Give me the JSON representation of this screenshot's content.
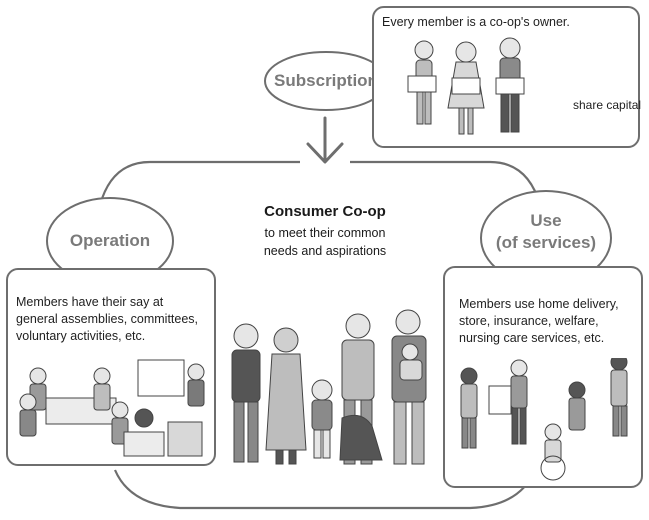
{
  "subscription": {
    "circle_label": "Subscription",
    "box_text": "Every member is a co-op's owner.",
    "annotation": "share capital"
  },
  "center": {
    "title": "Consumer Co-op",
    "subtitle_line1": "to meet their common",
    "subtitle_line2": "needs and aspirations"
  },
  "operation": {
    "circle_label": "Operation",
    "box_lines": [
      "Members have their say at",
      "general assemblies, committees,",
      "voluntary activities, etc."
    ]
  },
  "use": {
    "circle_label_line1": "Use",
    "circle_label_line2": "(of services)",
    "box_lines": [
      "Members use home delivery,",
      "store, insurance, welfare,",
      "nursing care services, etc."
    ]
  },
  "colors": {
    "outline": "#6e6e6e",
    "circle_text": "#7a7a7a",
    "figure": "#9a9a9a",
    "figure_dark": "#555555"
  }
}
